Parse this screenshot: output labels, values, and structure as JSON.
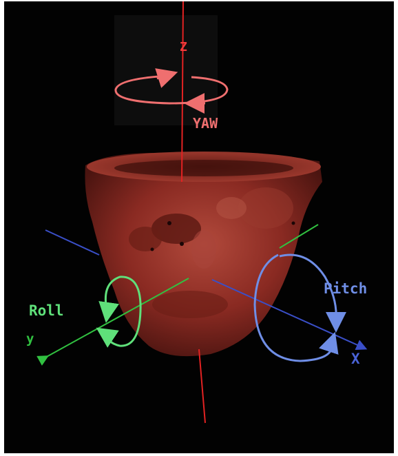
{
  "labels": {
    "z": "Z",
    "yaw": "YAW",
    "roll": "Roll",
    "y": "y",
    "pitch": "Pitch",
    "x": "X"
  },
  "colors": {
    "background": "#020202",
    "z_axis": "#e32222",
    "yaw_arrow": "#ef6f6f",
    "y_axis": "#31c141",
    "roll_arrow": "#5fe07a",
    "x_axis": "#3a4fc8",
    "pitch_arrow": "#6f8ee6",
    "head": "#8a2a22"
  },
  "icons": {
    "head": "3d-rendered-head-volume"
  }
}
